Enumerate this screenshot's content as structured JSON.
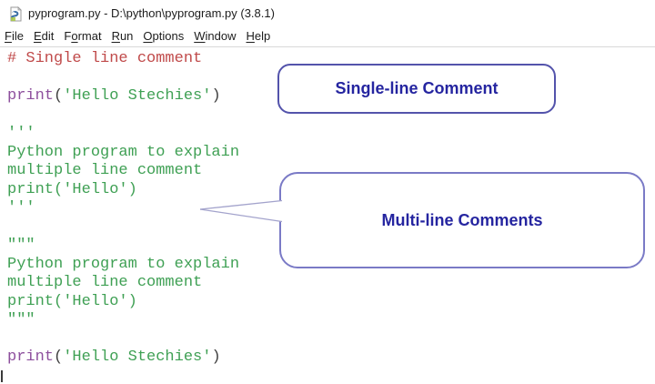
{
  "window": {
    "title": "pyprogram.py - D:\\python\\pyprogram.py (3.8.1)",
    "file_icon": "python-file-icon"
  },
  "menu": {
    "items": [
      {
        "label": "File",
        "underline": 0
      },
      {
        "label": "Edit",
        "underline": 0
      },
      {
        "label": "Format",
        "underline": 1
      },
      {
        "label": "Run",
        "underline": 0
      },
      {
        "label": "Options",
        "underline": 0
      },
      {
        "label": "Window",
        "underline": 0
      },
      {
        "label": "Help",
        "underline": 0
      }
    ]
  },
  "editor": {
    "lines": [
      {
        "segments": [
          {
            "text": "# Single line comment",
            "style": "comment"
          }
        ]
      },
      {
        "segments": []
      },
      {
        "segments": [
          {
            "text": "print",
            "style": "builtin"
          },
          {
            "text": "(",
            "style": "plain"
          },
          {
            "text": "'Hello Stechies'",
            "style": "string"
          },
          {
            "text": ")",
            "style": "plain"
          }
        ]
      },
      {
        "segments": []
      },
      {
        "segments": [
          {
            "text": "'''",
            "style": "string"
          }
        ]
      },
      {
        "segments": [
          {
            "text": "Python program to explain",
            "style": "string"
          }
        ]
      },
      {
        "segments": [
          {
            "text": "multiple line comment",
            "style": "string"
          }
        ]
      },
      {
        "segments": [
          {
            "text": "print('Hello')",
            "style": "string"
          }
        ]
      },
      {
        "segments": [
          {
            "text": "'''",
            "style": "string"
          }
        ]
      },
      {
        "segments": []
      },
      {
        "segments": [
          {
            "text": "\"\"\"",
            "style": "string"
          }
        ]
      },
      {
        "segments": [
          {
            "text": "Python program to explain",
            "style": "string"
          }
        ]
      },
      {
        "segments": [
          {
            "text": "multiple line comment",
            "style": "string"
          }
        ]
      },
      {
        "segments": [
          {
            "text": "print('Hello')",
            "style": "string"
          }
        ]
      },
      {
        "segments": [
          {
            "text": "\"\"\"",
            "style": "string"
          }
        ]
      },
      {
        "segments": []
      },
      {
        "segments": [
          {
            "text": "print",
            "style": "builtin"
          },
          {
            "text": "(",
            "style": "plain"
          },
          {
            "text": "'Hello Stechies'",
            "style": "string"
          },
          {
            "text": ")",
            "style": "plain"
          }
        ]
      }
    ]
  },
  "callouts": {
    "single": {
      "label": "Single-line Comment"
    },
    "multi": {
      "label": "Multi-line Comments"
    }
  },
  "colors": {
    "comment": "#c04a4a",
    "builtin": "#8d4f9d",
    "string": "#3fa054",
    "plain": "#404040",
    "callout_border": "#5353ab",
    "callout_border_light": "#7a7ac6",
    "callout_text": "#2525a0",
    "tail_stroke": "#a3a3cc"
  }
}
